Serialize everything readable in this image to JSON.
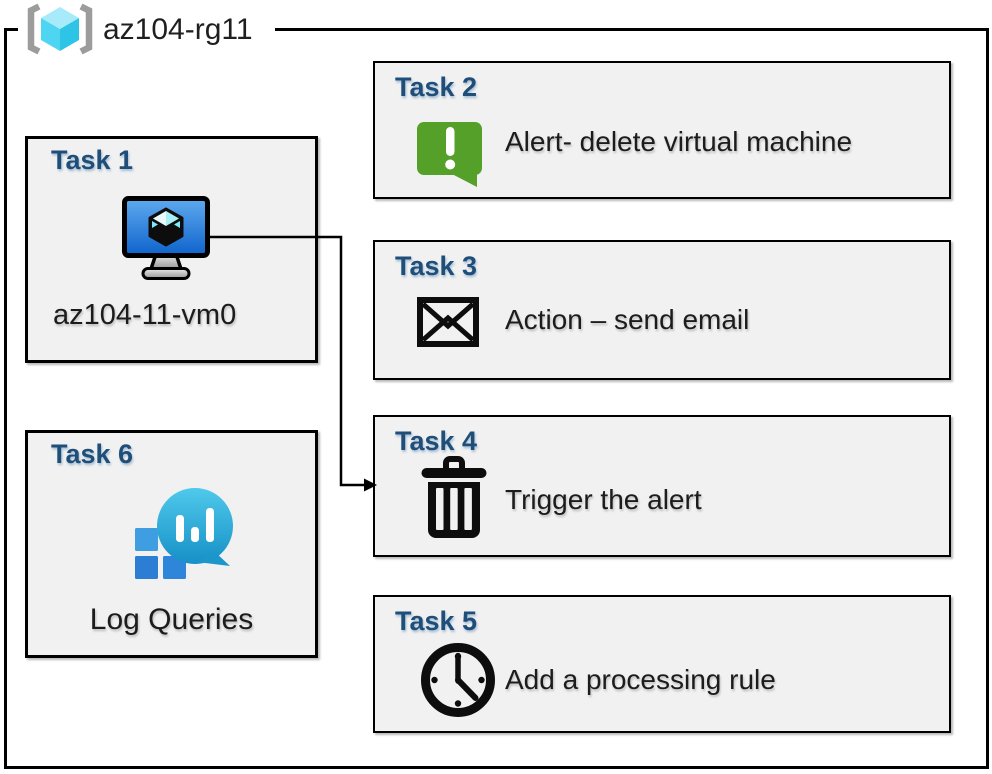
{
  "diagram": {
    "title": "az104-rg11",
    "title_icon": "resource-group-icon"
  },
  "tasks": [
    {
      "id": "task1",
      "header": "Task 1",
      "label": "az104-11-vm0",
      "icon": "virtual-machine-icon"
    },
    {
      "id": "task2",
      "header": "Task 2",
      "label": "Alert- delete virtual machine",
      "icon": "alert-message-icon"
    },
    {
      "id": "task3",
      "header": "Task 3",
      "label": "Action – send email",
      "icon": "email-envelope-icon"
    },
    {
      "id": "task4",
      "header": "Task 4",
      "label": "Trigger the alert",
      "icon": "trash-delete-icon"
    },
    {
      "id": "task5",
      "header": "Task 5",
      "label": "Add a processing rule",
      "icon": "clock-icon"
    },
    {
      "id": "task6",
      "header": "Task 6",
      "label": "Log Queries",
      "icon": "log-analytics-icon"
    }
  ],
  "connector": {
    "from": "task1-virtual-machine",
    "to": "task4",
    "style": "elbow-arrow"
  },
  "colors": {
    "header_blue": "#1F4E79",
    "box_fill": "#F1F1F1",
    "border_black": "#000000",
    "alert_green_top": "#8DC94B",
    "alert_green_bottom": "#55A028",
    "vm_screen_top": "#5FAAEE",
    "vm_screen_bottom": "#0E63CC",
    "log_bubble_top": "#4FC9EB",
    "log_bubble_bottom": "#1690C6",
    "log_square_blue": "#2E86DB",
    "rg_cube_top": "#A7EBFA",
    "rg_cube_left": "#4ED5F1",
    "rg_cube_right": "#2EC4E6",
    "bracket_gray": "#9C9C9C"
  }
}
